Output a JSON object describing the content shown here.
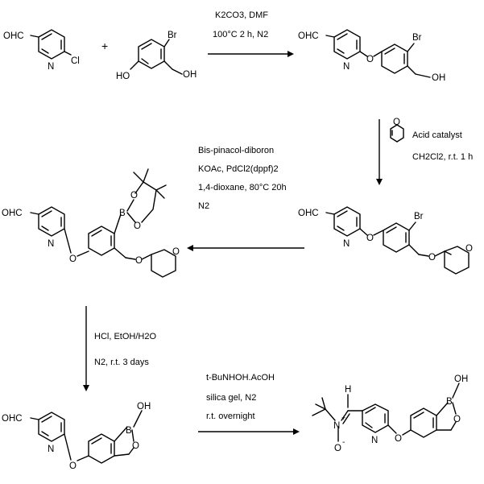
{
  "reactants": {
    "chloropyridine_cho": "OHC",
    "chloropyridine_n": "N",
    "chloropyridine_cl": "Cl",
    "plus": "+",
    "bromophenol_br": "Br",
    "bromophenol_ho": "HO",
    "bromophenol_oh": "OH"
  },
  "step1": {
    "line1": "K2CO3, DMF",
    "line2": "100°C 2 h, N2"
  },
  "product1": {
    "cho": "OHC",
    "n": "N",
    "o": "O",
    "br": "Br",
    "oh": "OH"
  },
  "step2": {
    "line1": "Acid catalyst",
    "line2": "CH2Cl2, r.t. 1 h",
    "dhp_o": "O"
  },
  "product2": {
    "cho": "OHC",
    "n": "N",
    "o": "O",
    "br": "Br",
    "o2": "O",
    "o3": "O"
  },
  "step3": {
    "line1": "Bis-pinacol-diboron",
    "line2": "KOAc, PdCl2(dppf)2",
    "line3": "1,4-dioxane, 80°C 20h",
    "line4": "N2"
  },
  "product3": {
    "cho": "OHC",
    "n": "N",
    "o": "O",
    "b": "B",
    "bo1": "O",
    "bo2": "O",
    "o2": "O",
    "o3": "O"
  },
  "step4": {
    "line1": "HCl, EtOH/H2O",
    "line2": "N2, r.t. 3 days"
  },
  "product4": {
    "cho": "OHC",
    "n": "N",
    "o": "O",
    "b": "B",
    "oh": "OH",
    "ring_o": "O"
  },
  "step5": {
    "line1": "t-BuNHOH.AcOH",
    "line2": "silica gel, N2",
    "line3": "r.t. overnight"
  },
  "product5": {
    "h": "H",
    "nplus": "N",
    "plus_sign": "+",
    "ominus": "O",
    "minus_sign": "-",
    "n": "N",
    "o": "O",
    "b": "B",
    "oh": "OH",
    "ring_o": "O"
  }
}
